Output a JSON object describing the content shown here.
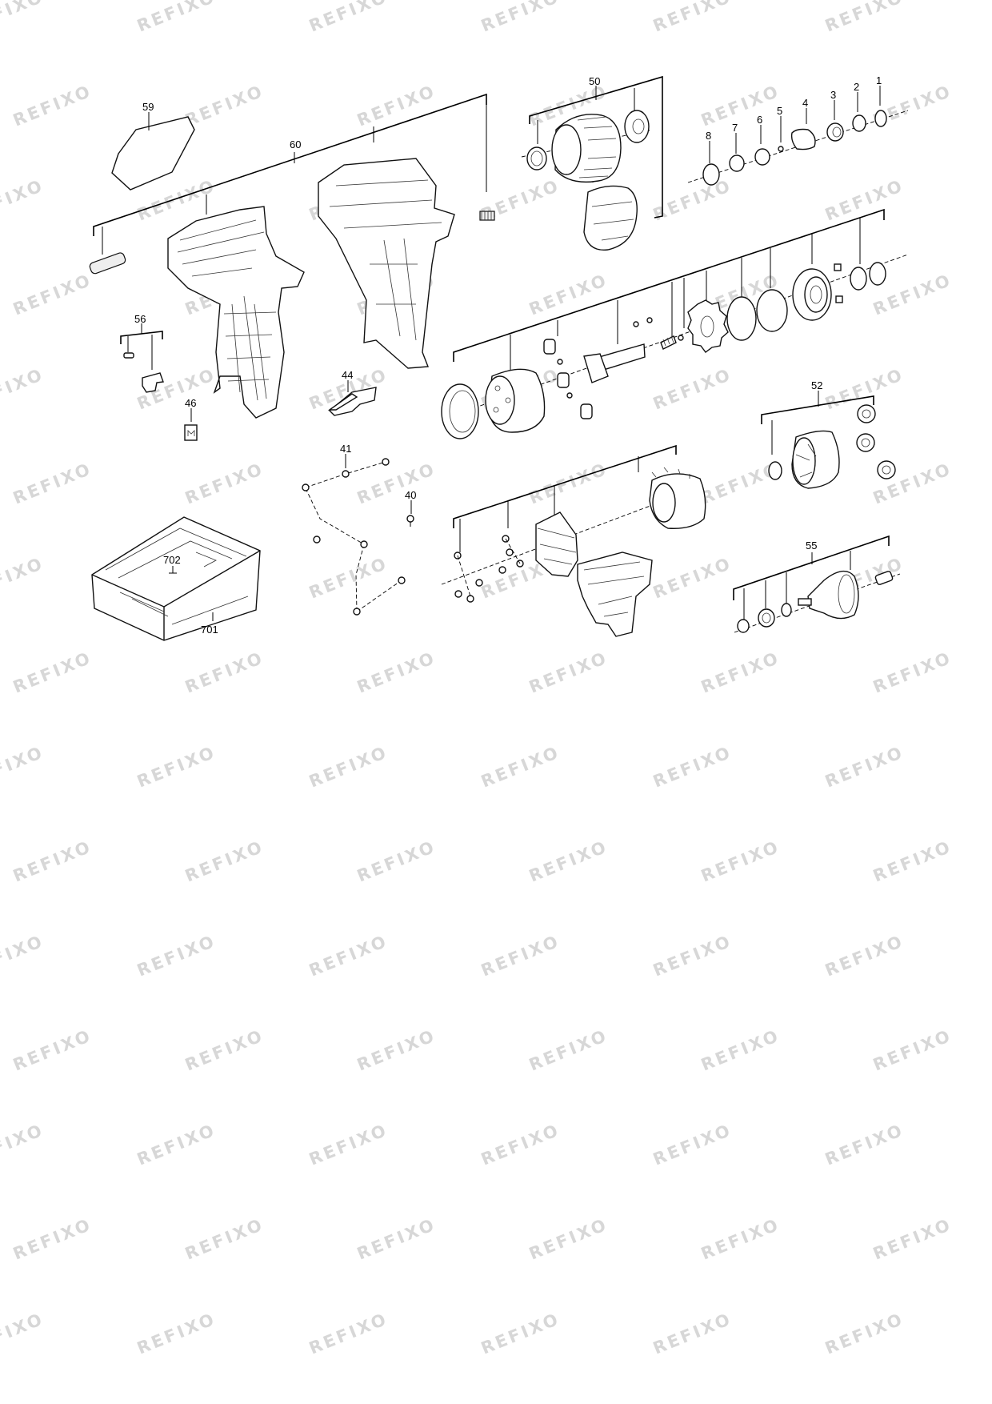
{
  "watermark": {
    "text": "REFIXO",
    "color": "#d7d7d7"
  },
  "labels": {
    "p1": "1",
    "p2": "2",
    "p3": "3",
    "p4": "4",
    "p5": "5",
    "p6": "6",
    "p7": "7",
    "p8": "8",
    "p40": "40",
    "p41": "41",
    "p44": "44",
    "p46": "46",
    "p50": "50",
    "p52": "52",
    "p55": "55",
    "p56": "56",
    "p59": "59",
    "p60": "60",
    "p701": "701",
    "p702": "702"
  }
}
